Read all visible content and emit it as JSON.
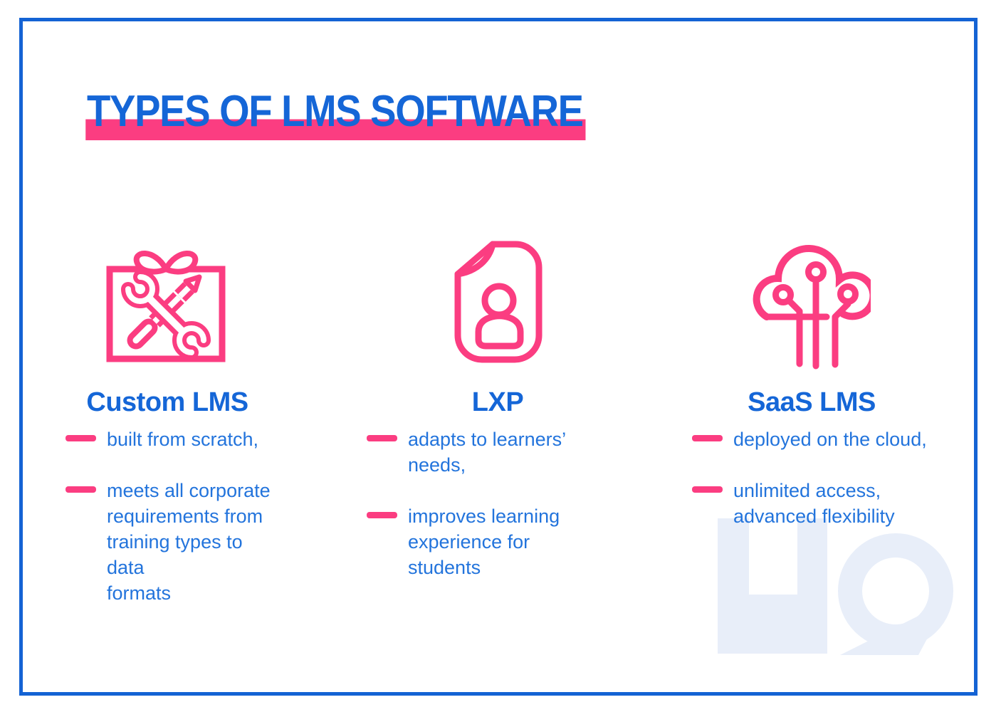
{
  "title": {
    "text": "TYPES OF LMS SOFTWARE"
  },
  "columns": [
    {
      "heading": "Custom LMS",
      "icon": "gift-tools-icon",
      "bullets": [
        "built from scratch,",
        "meets all corporate\nrequirements from\ntraining types to data\nformats"
      ]
    },
    {
      "heading": "LXP",
      "icon": "document-user-icon",
      "bullets": [
        "adapts to learners’ needs,",
        "improves learning\nexperience for students"
      ]
    },
    {
      "heading": "SaaS LMS",
      "icon": "cloud-circuit-icon",
      "bullets": [
        "deployed on the cloud,",
        "unlimited access,\nadvanced flexibility"
      ]
    }
  ],
  "watermark": {
    "text": "HQ"
  },
  "colors": {
    "accent_pink": "#FB3D81",
    "title_blue": "#1566D7",
    "body_text_blue": "#2374DC",
    "frame_border_blue": "#1463D4",
    "watermark_light_blue": "#E8EEF9"
  }
}
